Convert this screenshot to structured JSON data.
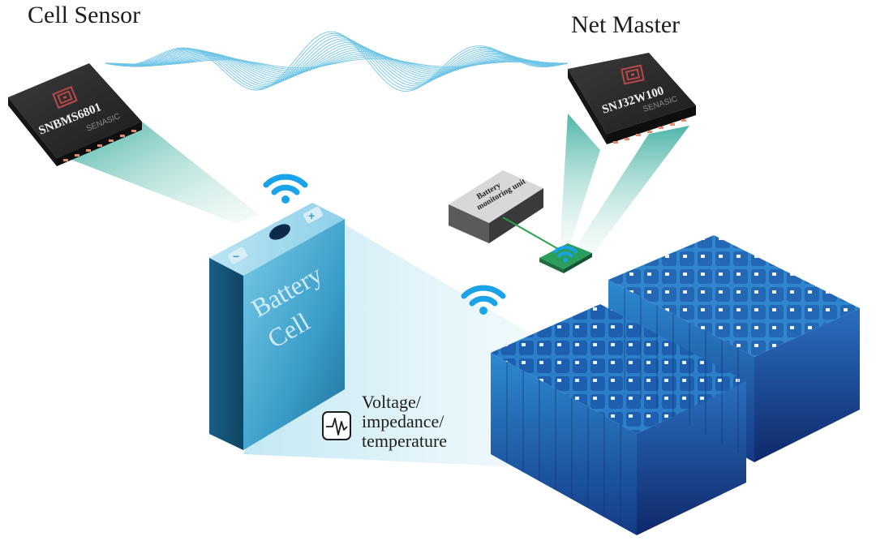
{
  "labels": {
    "cell_sensor": "Cell Sensor",
    "net_master": "Net Master",
    "measurements": [
      "Voltage/",
      "impedance/",
      "temperature"
    ]
  },
  "chips": {
    "sensor": {
      "part": "SNBMS6801",
      "brand": "SENASIC"
    },
    "master": {
      "part": "SNJ32W100",
      "brand": "SENASIC"
    }
  },
  "battery_cell": {
    "line1": "Battery",
    "line2": "Cell",
    "plus": "+",
    "minus": "−"
  },
  "bmu": {
    "line1": "Battery",
    "line2": "monitoring unit"
  },
  "icons": [
    "wifi-icon",
    "waveform-icon",
    "spiral-logo-icon"
  ],
  "colors": {
    "wifi": "#1aa3e8",
    "cell_blue": "#3a9ec9",
    "pack_blue": "#1f4fa0",
    "chip": "#2a2a2a",
    "beam": "#7fd3c6"
  }
}
